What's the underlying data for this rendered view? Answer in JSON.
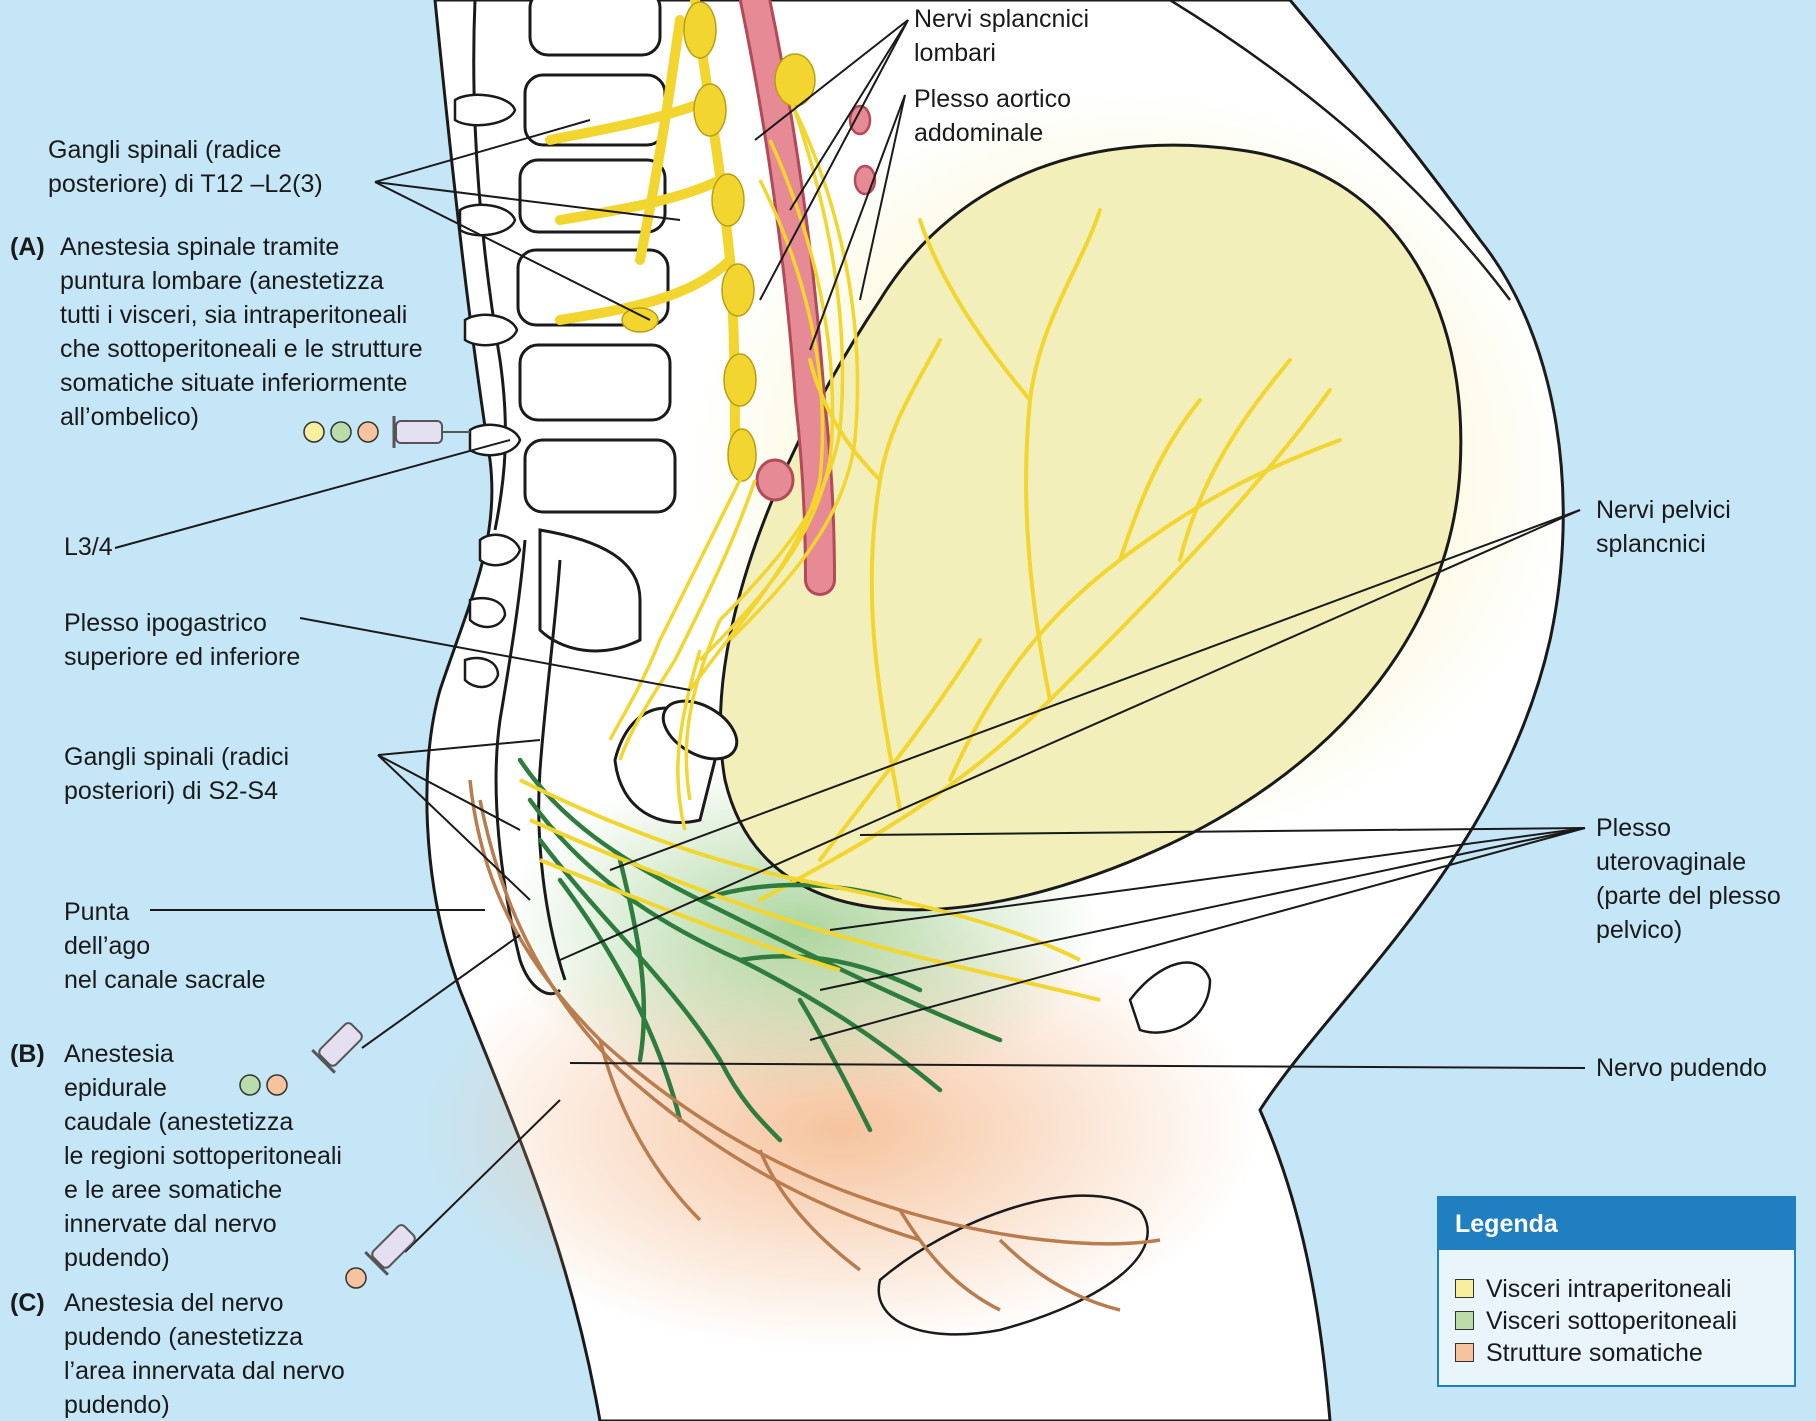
{
  "labels": {
    "nervi_splancnici_lombari": "Nervi splancnici\nlombari",
    "plesso_aortico": "Plesso aortico\naddominale",
    "gangli_t12": "Gangli spinali (radice\nposteriore) di T12 –L2(3)",
    "a_tag": "(A)",
    "a_text": "Anestesia spinale tramite\npuntura lombare (anestetizza\ntutti i visceri, sia intraperitoneali\nche sottoperitoneali e le strutture\nsomatiche situate inferiormente\nall’ombelico)",
    "l34": "L3/4",
    "plesso_ipogastrico": "Plesso ipogastrico\nsuperiore ed inferiore",
    "gangli_s2": "Gangli spinali (radici\nposteriori) di S2-S4",
    "punta_ago": "Punta\ndell’ago\nnel canale sacrale",
    "b_tag": "(B)",
    "b_text": "Anestesia\nepidurale\ncaudale (anestetizza\nle regioni sottoperitoneali\ne le aree somatiche\ninnervate dal nervo\npudendo)",
    "c_tag": "(C)",
    "c_text": "Anestesia del nervo\npudendo (anestetizza\nl’area innervata dal nervo\npudendo)",
    "nervi_pelvici": "Nervi pelvici\nsplancnici",
    "plesso_uterovaginale": "Plesso\nuterovaginale\n(parte del plesso\npelvico)",
    "nervo_pudendo": "Nervo pudendo"
  },
  "legend": {
    "title": "Legenda",
    "items": [
      {
        "label": "Visceri intraperitoneali",
        "color": "#f7eea0"
      },
      {
        "label": "Visceri sottoperitoneali",
        "color": "#b9dcaa"
      },
      {
        "label": "Strutture somatiche",
        "color": "#f6c39e"
      }
    ]
  },
  "colors": {
    "background": "#c5e6f6",
    "body": "#ffffff",
    "uterus": "#f3efbb",
    "nerve_yellow": "#f2d52e",
    "nerve_green": "#2e7d3e",
    "nerve_brown": "#b97c4e",
    "aorta": "#e07b86",
    "legend_header": "#1f7fc0"
  }
}
